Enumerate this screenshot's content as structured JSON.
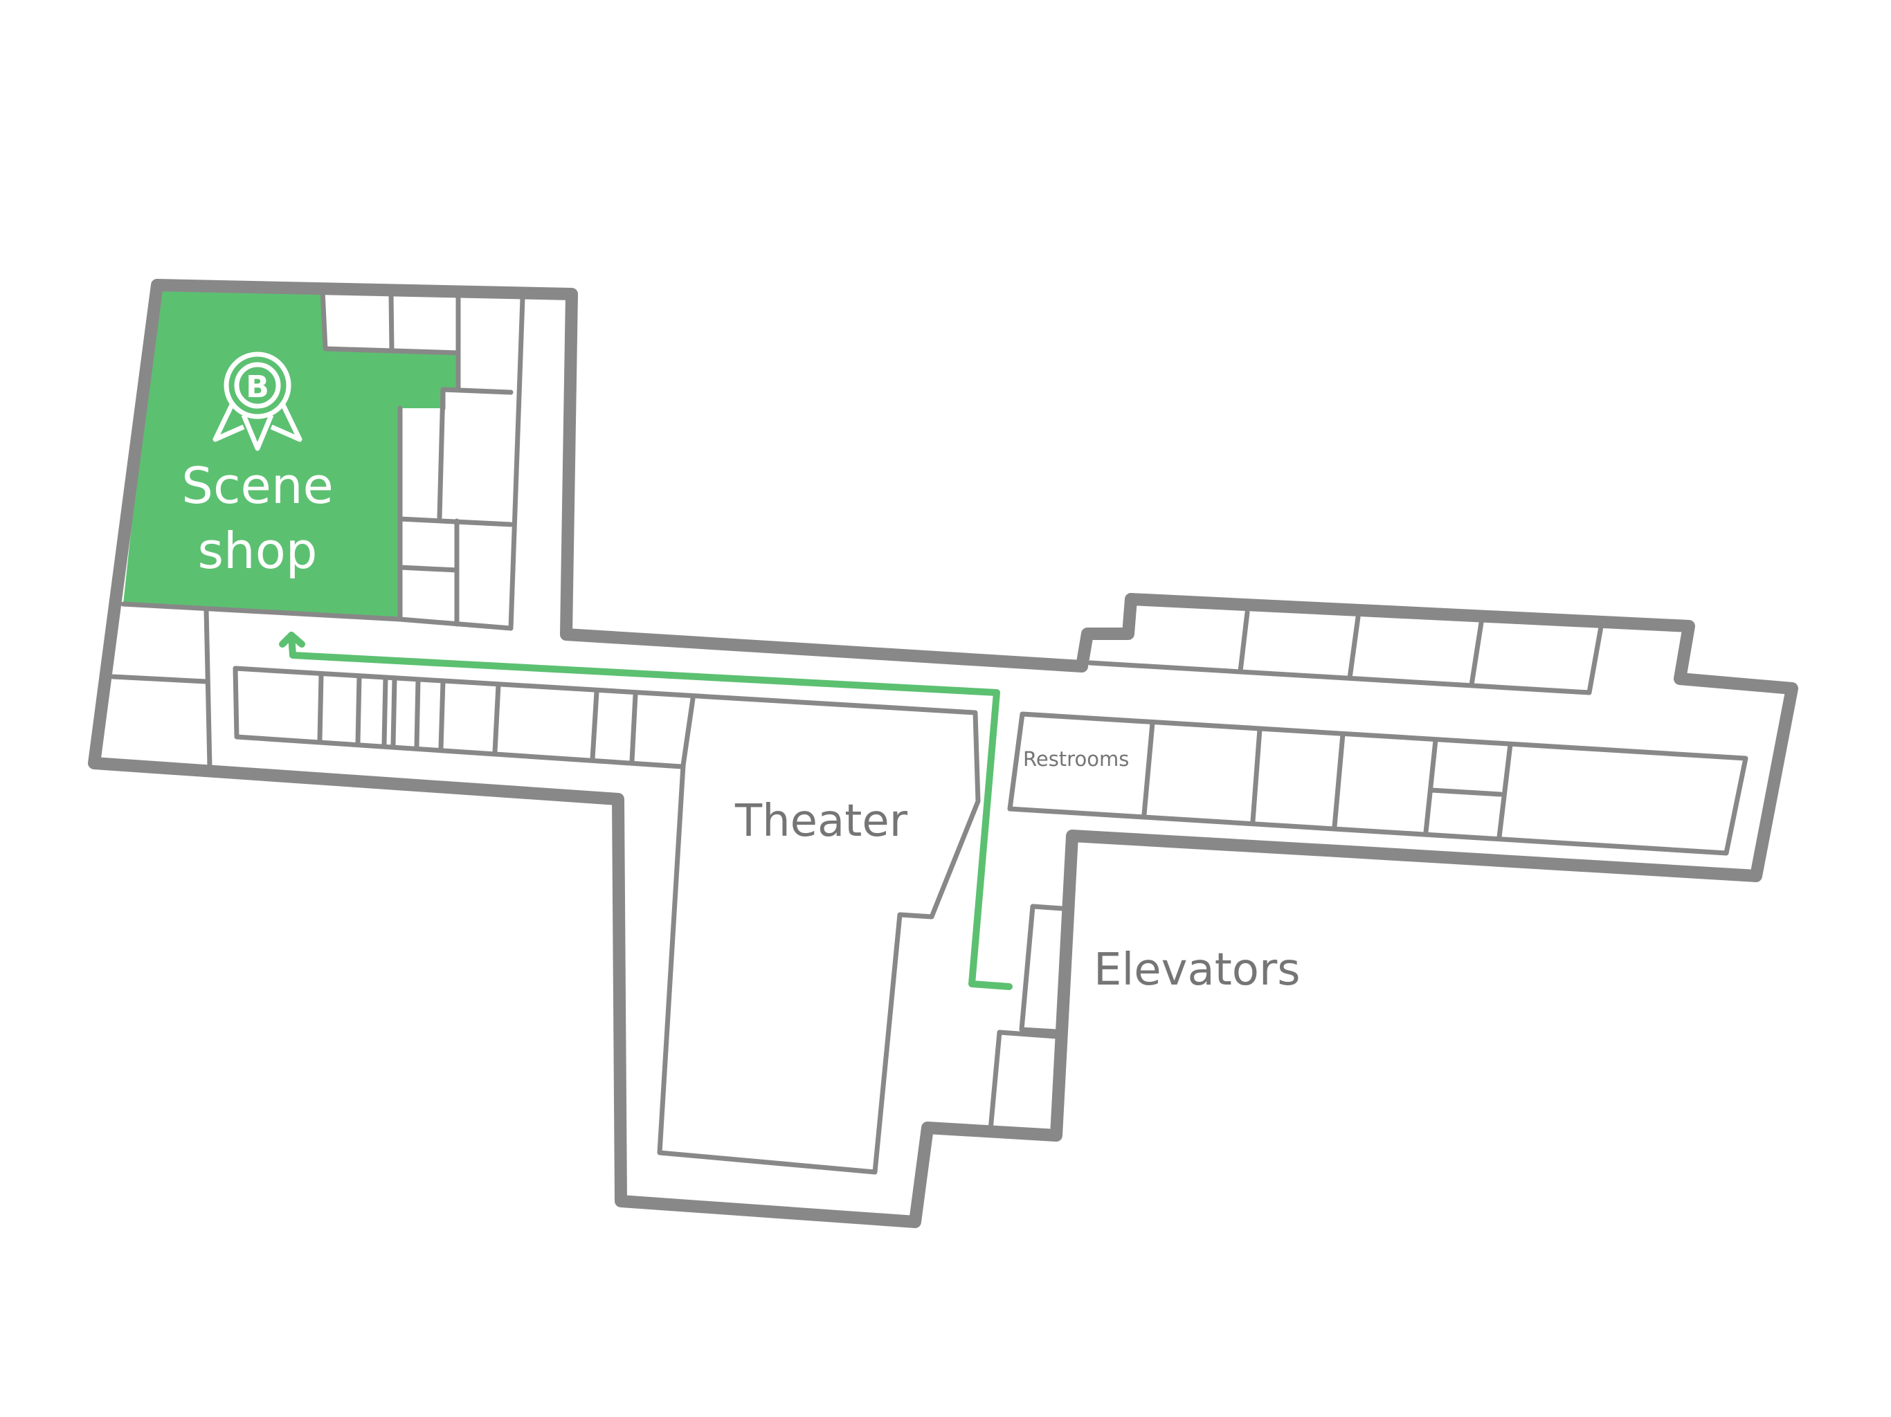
{
  "destination": {
    "name_line1": "Scene",
    "name_line2": "shop",
    "icon": "map-pin-badge-icon",
    "color": "#5cc071"
  },
  "rooms": {
    "theater": "Theater",
    "elevators": "Elevators",
    "restrooms": "Restrooms"
  },
  "route": {
    "color": "#5cc071",
    "start": "Elevators",
    "end": "Scene shop"
  },
  "colors": {
    "walls": "#888888",
    "labels": "#757575",
    "background": "#ffffff"
  }
}
